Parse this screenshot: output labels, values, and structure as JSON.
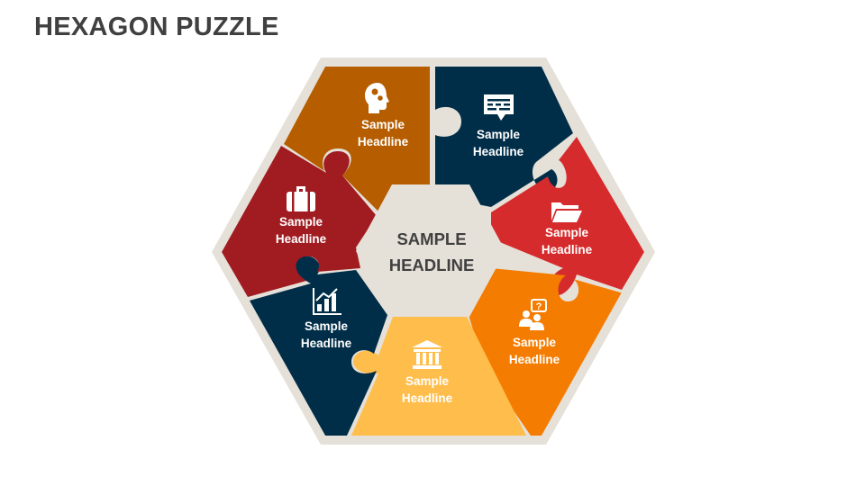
{
  "title": "HEXAGON PUZZLE",
  "center": {
    "line1": "SAMPLE",
    "line2": "HEADLINE"
  },
  "pieces": [
    {
      "id": "top-left",
      "icon": "head-gears-icon",
      "line1": "Sample",
      "line2": "Headline",
      "color": "#B65D00"
    },
    {
      "id": "top-right",
      "icon": "chat-text-icon",
      "line1": "Sample",
      "line2": "Headline",
      "color": "#002E48"
    },
    {
      "id": "right-upper",
      "icon": "folder-icon",
      "line1": "Sample",
      "line2": "Headline",
      "color": "#D62B2C"
    },
    {
      "id": "right-lower",
      "icon": "team-question-icon",
      "line1": "Sample",
      "line2": "Headline",
      "color": "#F47C00"
    },
    {
      "id": "bottom",
      "icon": "bank-icon",
      "line1": "Sample",
      "line2": "Headline",
      "color": "#FFBD4B"
    },
    {
      "id": "left-lower",
      "icon": "bar-chart-icon",
      "line1": "Sample",
      "line2": "Headline",
      "color": "#002E48"
    },
    {
      "id": "left-upper",
      "icon": "briefcase-icon",
      "line1": "Sample",
      "line2": "Headline",
      "color": "#A01C21"
    }
  ],
  "colors": {
    "frame": "#E5E0D8",
    "center": "#E5E0D8",
    "title": "#404040"
  }
}
